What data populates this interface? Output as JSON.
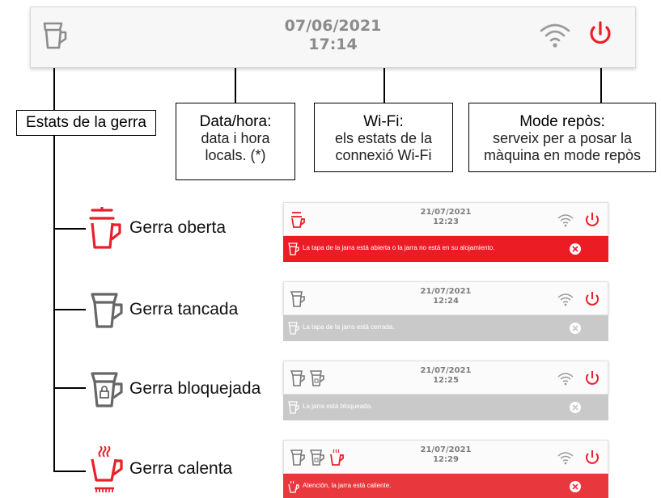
{
  "top_bar": {
    "date": "07/06/2021",
    "time": "17:14",
    "icons": [
      "jar-icon",
      "wifi-icon",
      "power-icon"
    ]
  },
  "callouts": {
    "jar_states": {
      "title": "Estats de la gerra"
    },
    "datetime": {
      "title": "Data/hora:",
      "line1": "data i hora",
      "line2": "locals. (*)"
    },
    "wifi": {
      "title": "Wi-Fi:",
      "line1": "els estats de la",
      "line2": "connexió Wi-Fi"
    },
    "sleep": {
      "title": "Mode repòs:",
      "line1": "serveix per a posar la",
      "line2": "màquina en mode repòs"
    }
  },
  "states": [
    {
      "label": "Gerra oberta",
      "icon": "jar-open-icon",
      "color": "#e8202a"
    },
    {
      "label": "Gerra tancada",
      "icon": "jar-closed-icon",
      "color": "#666666"
    },
    {
      "label": "Gerra bloquejada",
      "icon": "jar-locked-icon",
      "color": "#666666"
    },
    {
      "label": "Gerra calenta",
      "icon": "jar-hot-icon",
      "color": "#e8202a"
    }
  ],
  "screens": [
    {
      "date": "21/07/2021",
      "time": "12:23",
      "message": "La tapa de la jarra está abierta o la jarra no está en su alojamiento.",
      "bar_color": "#ec1c24",
      "text_color": "#ffffff"
    },
    {
      "date": "21/07/2021",
      "time": "12:24",
      "message": "La tapa de la jarra está cerrada.",
      "bar_color": "#c9c9c9",
      "text_color": "#ffffff"
    },
    {
      "date": "21/07/2021",
      "time": "12:25",
      "message": "La jarra está bloqueada.",
      "bar_color": "#c9c9c9",
      "text_color": "#ffffff"
    },
    {
      "date": "21/07/2021",
      "time": "12:29",
      "message": "Atención, la jarra está caliente.",
      "bar_color": "#e8383d",
      "text_color": "#ffffff"
    }
  ],
  "colors": {
    "accent_red": "#e8202a",
    "icon_gray": "#777777",
    "datetime_gray": "#8c8c8c"
  }
}
